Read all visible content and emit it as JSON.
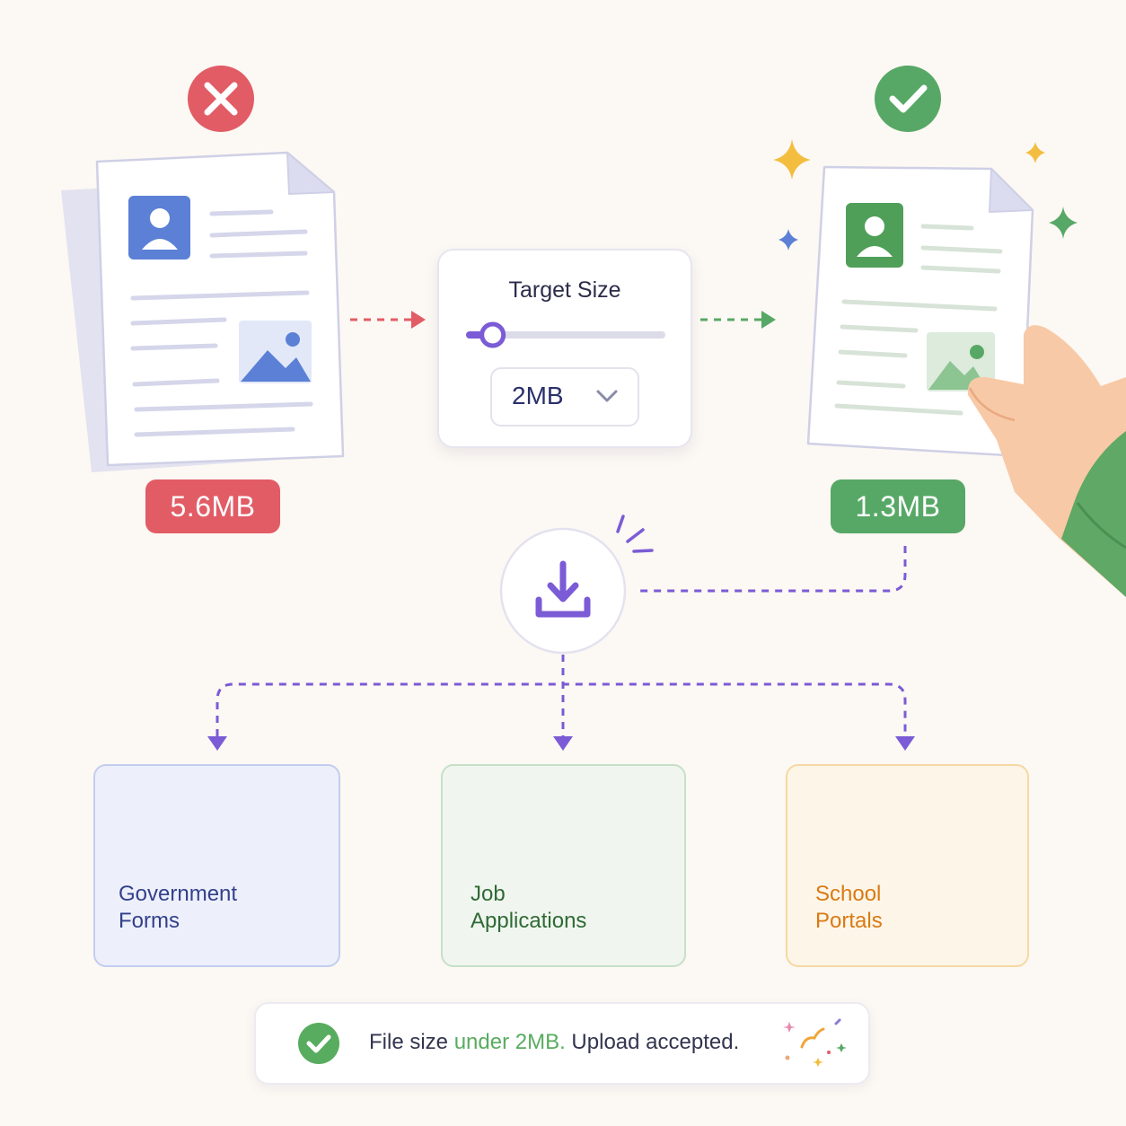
{
  "compression": {
    "before": {
      "size_label": "5.6MB",
      "status_icon": "x-icon",
      "color": "#e25c65"
    },
    "after": {
      "size_label": "1.3MB",
      "status_icon": "check-icon",
      "color": "#57a866"
    }
  },
  "target_control": {
    "title": "Target Size",
    "selected_value": "2MB",
    "slider_level_fraction": 0.12,
    "chevron_icon": "chevron-down-icon"
  },
  "download": {
    "icon": "download-icon"
  },
  "destinations": [
    {
      "label": "Government\nForms",
      "icon": "government-building-icon",
      "badge_icon": "shield-check-icon",
      "color": "#5b7bdc"
    },
    {
      "label": "Job\nApplications",
      "icon": "briefcase-icon",
      "badge_icon": "shield-check-icon",
      "color": "#4f9f58"
    },
    {
      "label": "School\nPortals",
      "icon": "graduation-cap-icon",
      "badge_icon": "shield-check-icon",
      "color": "#f0a63a"
    }
  ],
  "status": {
    "prefix": "File size ",
    "highlight": "under 2MB.",
    "suffix": " Upload accepted.",
    "icon": "check-circle-icon",
    "highlight_color": "#58ac5f"
  }
}
